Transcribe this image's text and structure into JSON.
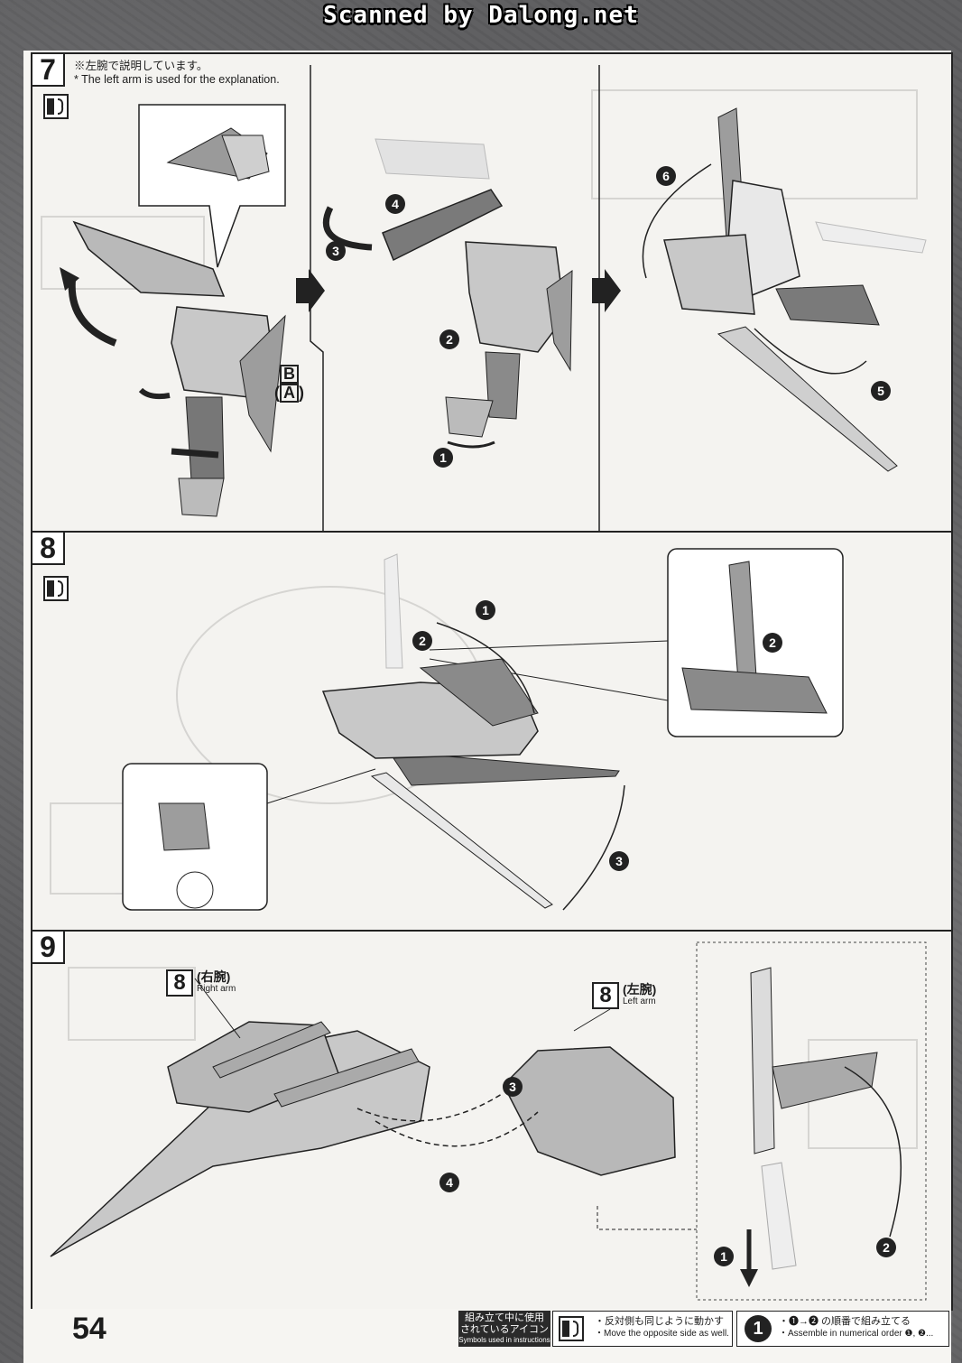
{
  "banner": "Scanned by Dalong.net",
  "page_number": "54",
  "step7": {
    "number": "7",
    "note_jp": "※左腕で説明しています。",
    "note_en": "* The left arm is used for the explanation.",
    "part_b": "B",
    "part_a": "A",
    "callouts": [
      "1",
      "2",
      "3",
      "4",
      "5",
      "6"
    ]
  },
  "step8": {
    "number": "8",
    "callouts": [
      "1",
      "2",
      "2",
      "3"
    ]
  },
  "step9": {
    "number": "9",
    "right_arm": {
      "box": "8",
      "jp": "(右腕)",
      "en": "Right arm"
    },
    "left_arm": {
      "box": "8",
      "jp": "(左腕)",
      "en": "Left arm"
    },
    "callouts": [
      "1",
      "2",
      "3",
      "4"
    ]
  },
  "legend": {
    "title_jp_1": "組み立て中に使用",
    "title_jp_2": "されているアイコン",
    "title_en": "Symbols used in instructions",
    "opposite_jp": "・反対側も同じように動かす",
    "opposite_en": "・Move the opposite side as well.",
    "order_icon": "1",
    "order_jp": "・❶→❷ の順番で組み立てる",
    "order_en": "・Assemble in numerical order ❶, ❷..."
  },
  "icons": [
    "mirror-symmetry-icon",
    "numbered-callout-icon",
    "rotation-arrow-icon",
    "push-arrow-icon"
  ]
}
